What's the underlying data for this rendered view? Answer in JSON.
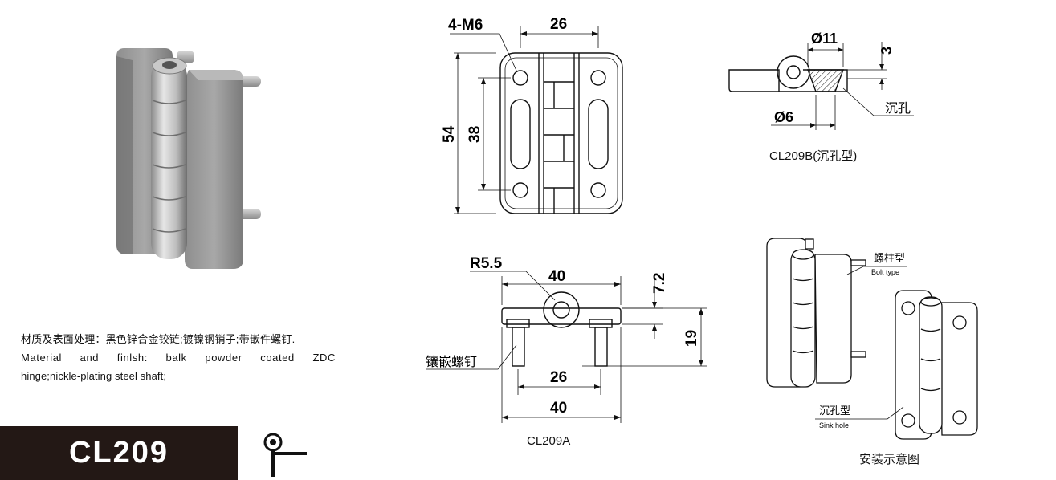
{
  "description": {
    "cn": "材质及表面处理：黑色锌合金铰链;镀镍钢销子;带嵌件螺钉.",
    "en_line1": "Material and finlsh: balk powder coated ZDC",
    "en_line2": "hinge;nickle-plating steel shaft;"
  },
  "model": "CL209",
  "front_view": {
    "holes": "4-M6",
    "width": "26",
    "height": "54",
    "slot": "38"
  },
  "side_view_a": {
    "radius": "R5.5",
    "top_width": "40",
    "offset": "7.2",
    "height": "19",
    "stud_spacing": "26",
    "bottom_width": "40",
    "stud_label": "镶嵌螺钉",
    "caption": "CL209A"
  },
  "side_view_b": {
    "counterbore": "Ø11",
    "depth": "3",
    "hole": "Ø6",
    "label": "沉孔",
    "caption": "CL209B(沉孔型)"
  },
  "install": {
    "bolt_cn": "螺柱型",
    "bolt_en": "Bolt type",
    "sink_cn": "沉孔型",
    "sink_en": "Sink hole",
    "caption": "安装示意图"
  }
}
